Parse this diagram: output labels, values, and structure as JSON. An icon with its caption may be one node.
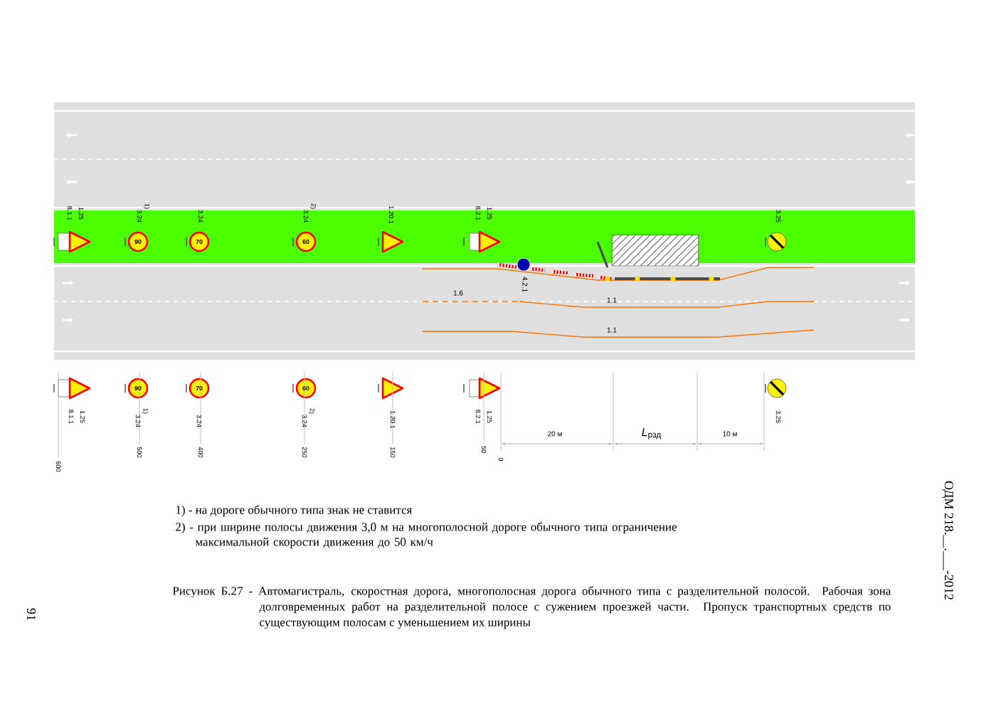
{
  "diagram": {
    "caption": "Рисунок Б.27 - Автомагистраль, скоростная дорога, многополосная дорога обычного типа с разделительной полосой. Рабочая зона долговременных работ на разделительной полосе с сужением проезжей части. Пропуск транспортных средств по существующим полосам с уменьшением их ширины",
    "labels": [
      "8.1.1",
      "1.25",
      "3.24",
      "1)",
      "3.24",
      "3.24",
      "2)",
      "1.20.1",
      "8.2.1",
      "1.25",
      "3.25",
      "90",
      "70",
      "60",
      "4.2.1",
      "1.6",
      "1.1",
      "1.1",
      "90",
      "70",
      "60",
      "8.1.1",
      "1.25",
      "3.24",
      "1)",
      "3.24",
      "3.24",
      "2)",
      "1.20.1",
      "8.2.1",
      "1.25",
      "3.25",
      "600",
      "500",
      "400",
      "250",
      "150",
      "50",
      "0",
      "20 м",
      "*L*$_{рзд}$",
      "10 м",
      "1) - на дороге обычного типа знак не ставится",
      "2) - при ширине полосы движения 3,0 м на многополосной дороге обычного типа ограничение максимальной скорости движения до 50 км/ч",
      "ОДМ 218.__.___-2012",
      "91"
    ]
  }
}
